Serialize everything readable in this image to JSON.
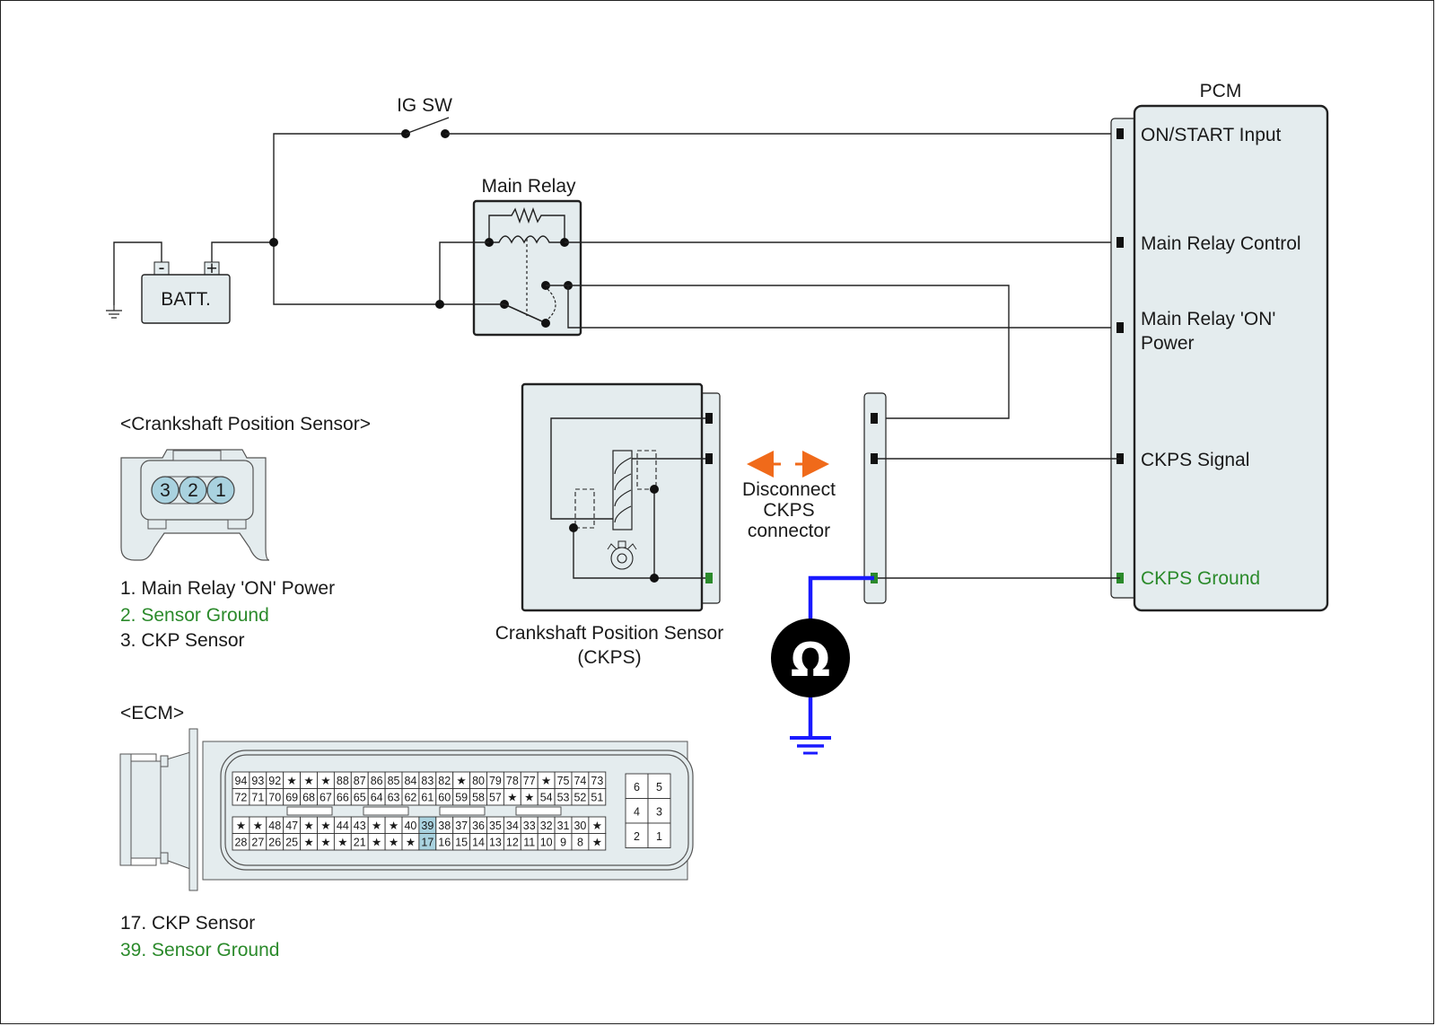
{
  "diagram": {
    "title": "Crankshaft Position Sensor circuit — sensor ground resistance check",
    "components": {
      "ig_switch": "IG SW",
      "battery": {
        "label": "BATT.",
        "neg": "-",
        "pos": "+"
      },
      "main_relay": "Main Relay",
      "pcm": {
        "title": "PCM",
        "terminals": [
          {
            "label": "ON/START Input",
            "color": "#111111"
          },
          {
            "label": "Main Relay Control",
            "color": "#111111"
          },
          {
            "label_line1": "Main Relay 'ON'",
            "label_line2": "Power",
            "color": "#111111"
          },
          {
            "label": "CKPS Signal",
            "color": "#111111"
          },
          {
            "label": "CKPS Ground",
            "color": "#2b8a2b"
          }
        ]
      },
      "ckps": {
        "label_line1": "Crankshaft Position Sensor",
        "label_line2": "(CKPS)"
      },
      "disconnect_note": {
        "line1": "Disconnect",
        "line2": "CKPS",
        "line3": "connector"
      },
      "ohmmeter_symbol": "Ω"
    },
    "connector_view": {
      "heading": "<Crankshaft Position Sensor>",
      "pins": [
        "3",
        "2",
        "1"
      ],
      "legend": [
        {
          "text": "1. Main Relay 'ON' Power",
          "color": "#1a1a1a"
        },
        {
          "text": "2. Sensor Ground",
          "color": "#2b8a2b"
        },
        {
          "text": "3. CKP Sensor",
          "color": "#1a1a1a"
        }
      ]
    },
    "ecm_view": {
      "heading": "<ECM>",
      "rows": [
        [
          "94",
          "93",
          "92",
          "★",
          "★",
          "★",
          "88",
          "87",
          "86",
          "85",
          "84",
          "83",
          "82",
          "★",
          "80",
          "79",
          "78",
          "77",
          "★",
          "75",
          "74",
          "73"
        ],
        [
          "72",
          "71",
          "70",
          "69",
          "68",
          "67",
          "66",
          "65",
          "64",
          "63",
          "62",
          "61",
          "60",
          "59",
          "58",
          "57",
          "★",
          "★",
          "54",
          "53",
          "52",
          "51"
        ],
        [
          "★",
          "★",
          "48",
          "47",
          "★",
          "★",
          "44",
          "43",
          "★",
          "★",
          "40",
          "39",
          "38",
          "37",
          "36",
          "35",
          "34",
          "33",
          "32",
          "31",
          "30",
          "★"
        ],
        [
          "28",
          "27",
          "26",
          "25",
          "★",
          "★",
          "★",
          "21",
          "★",
          "★",
          "★",
          "17",
          "16",
          "15",
          "14",
          "13",
          "12",
          "11",
          "10",
          "9",
          "8",
          "★"
        ]
      ],
      "highlighted_pins": [
        "39",
        "17"
      ],
      "small_block": [
        [
          "6",
          "5"
        ],
        [
          "4",
          "3"
        ],
        [
          "2",
          "1"
        ]
      ],
      "legend": [
        {
          "text": "17. CKP Sensor",
          "color": "#1a1a1a"
        },
        {
          "text": "39. Sensor Ground",
          "color": "#2b8a2b"
        }
      ]
    },
    "colors": {
      "ground_highlight": "#2b8a2b",
      "meter_lead": "#1a1aff",
      "arrow": "#f06a1a",
      "component_fill": "#e4ecee",
      "pin_highlight": "#a9d2df"
    }
  }
}
